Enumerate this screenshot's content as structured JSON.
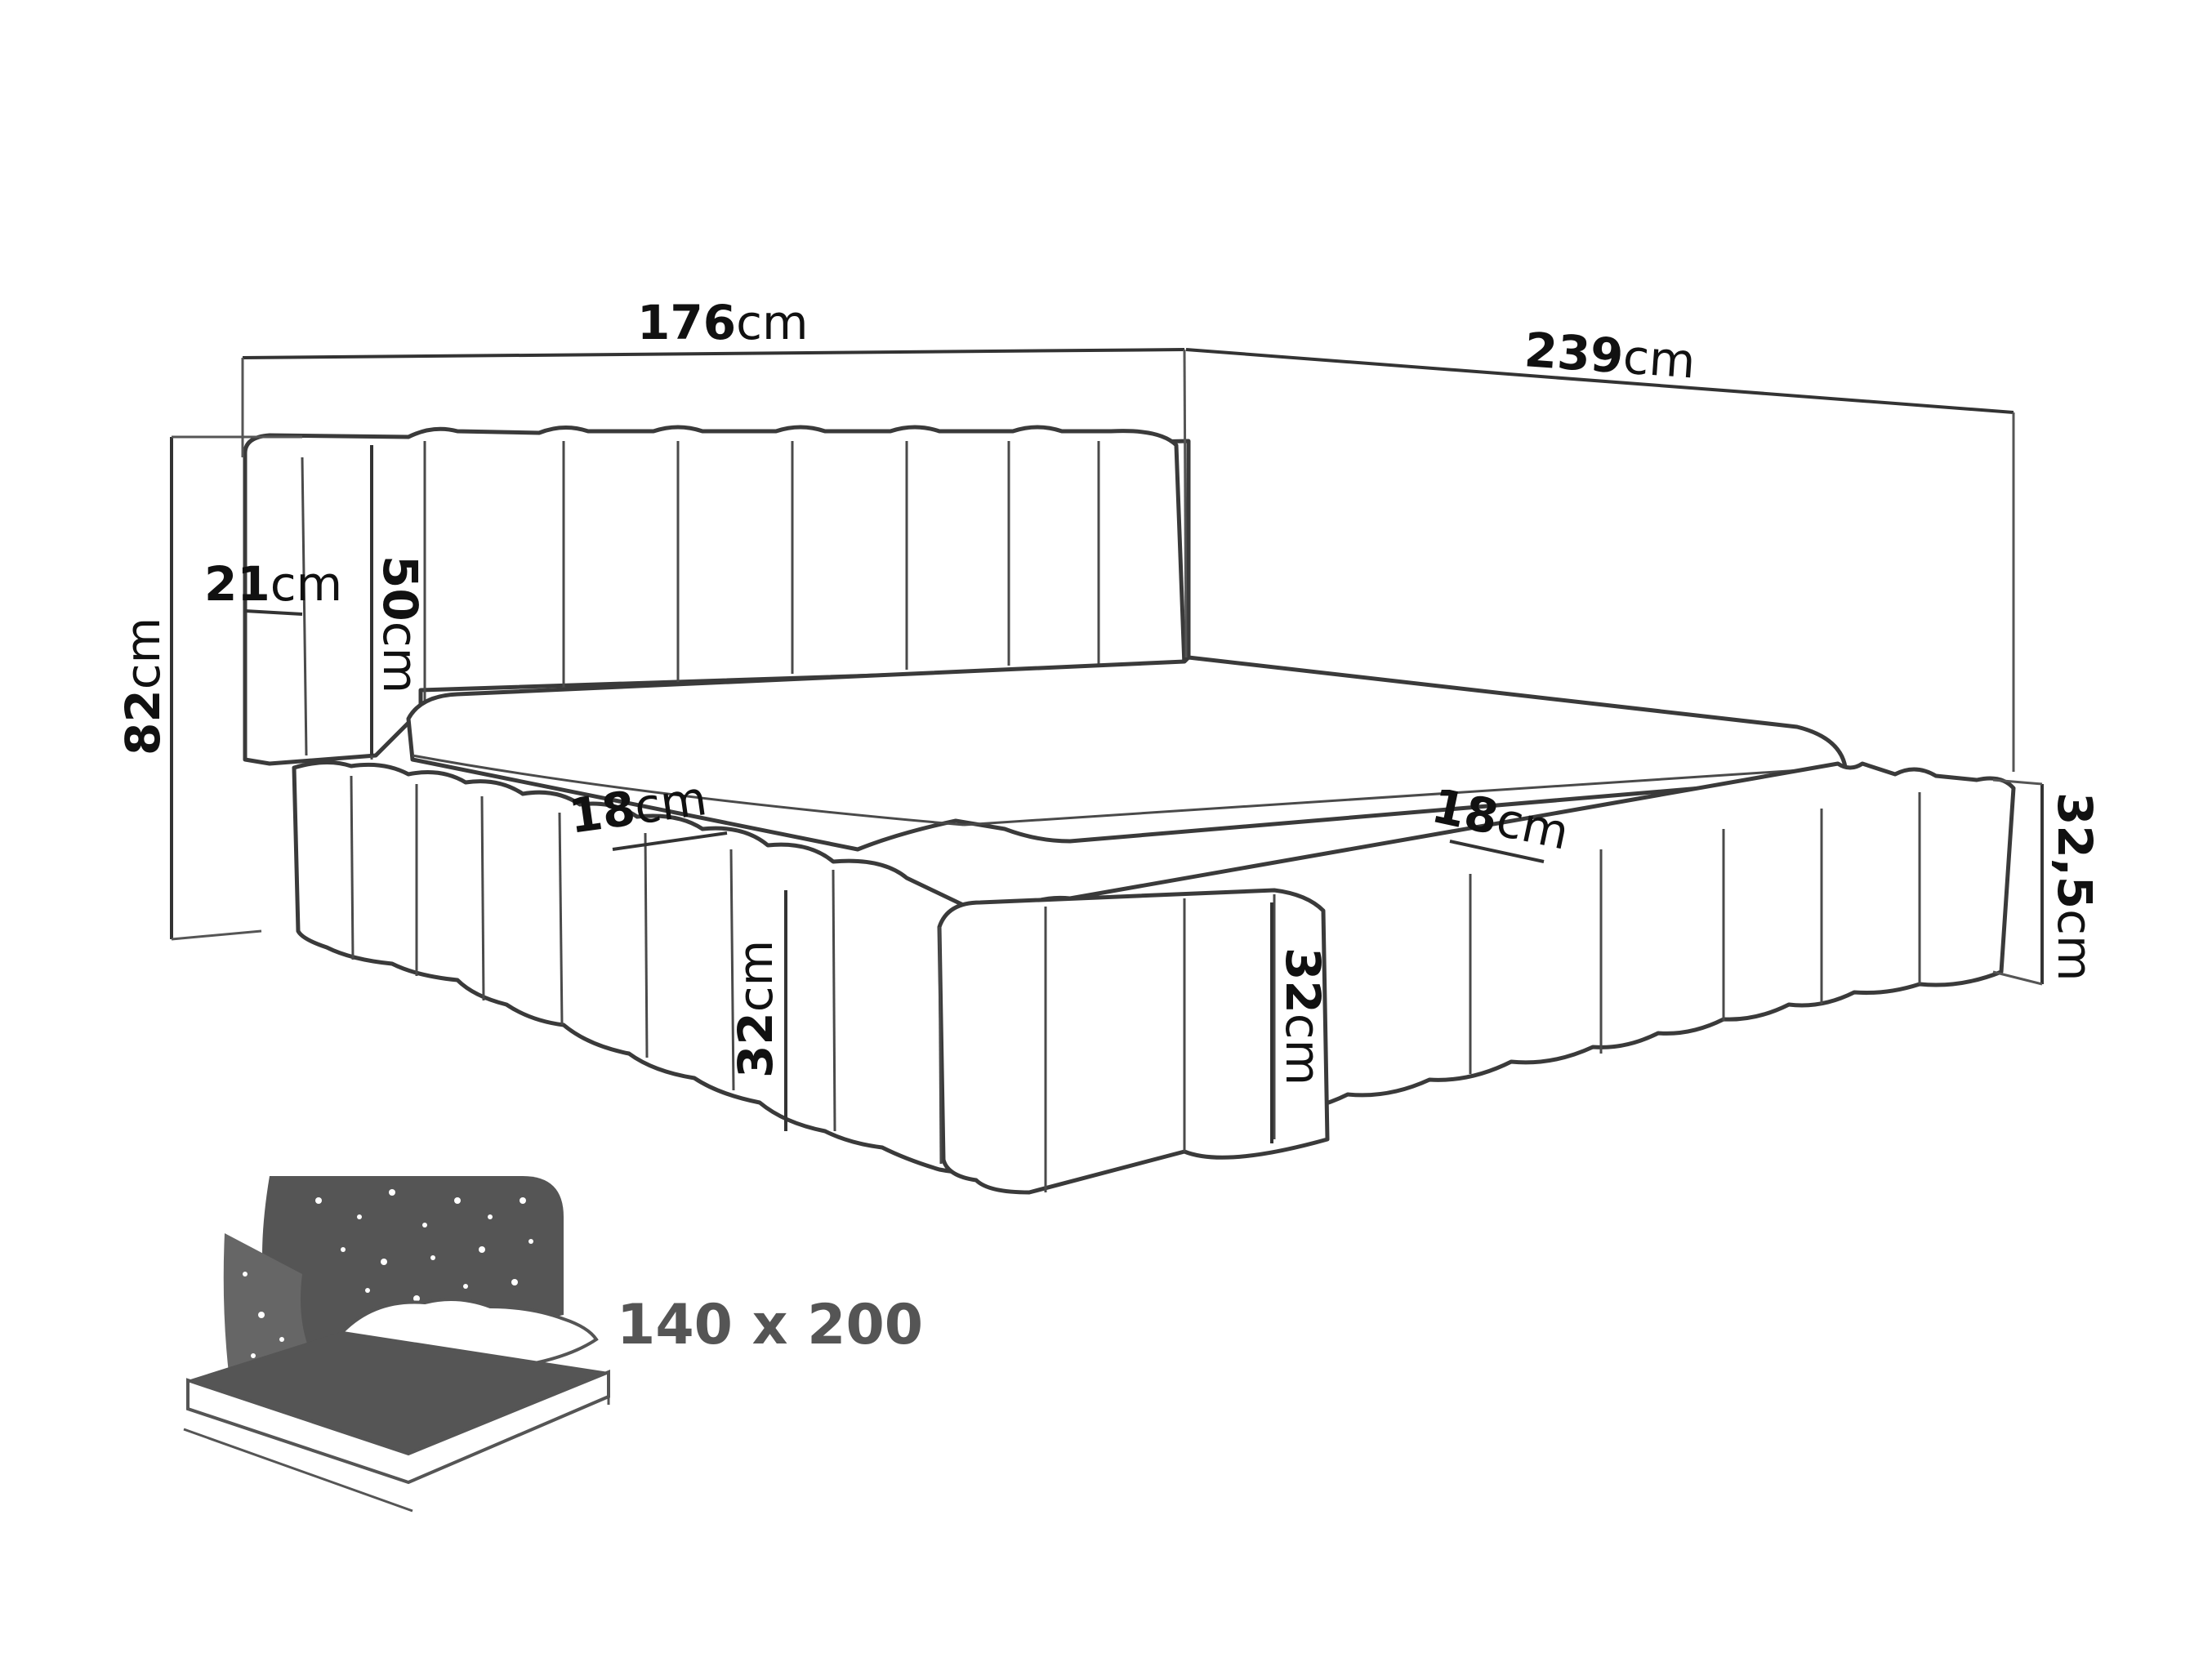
{
  "dimensions": {
    "width": {
      "value": "176",
      "unit": "cm"
    },
    "length": {
      "value": "239",
      "unit": "cm"
    },
    "total_height": {
      "value": "82",
      "unit": "cm"
    },
    "headboard_thickness": {
      "value": "21",
      "unit": "cm"
    },
    "headboard_visible_height": {
      "value": "50",
      "unit": "cm"
    },
    "frame_height_right": {
      "value": "32,5",
      "unit": "cm"
    },
    "frame_width_left": {
      "value": "18",
      "unit": "cm"
    },
    "frame_width_right": {
      "value": "18",
      "unit": "cm"
    },
    "frame_height_front": {
      "value": "32",
      "unit": "cm"
    },
    "frame_height_foot": {
      "value": "32",
      "unit": "cm"
    }
  },
  "mattress_size": "140 x 200",
  "colors": {
    "line": "#3a3a3a",
    "text": "#111111",
    "icon_fill": "#555555"
  }
}
